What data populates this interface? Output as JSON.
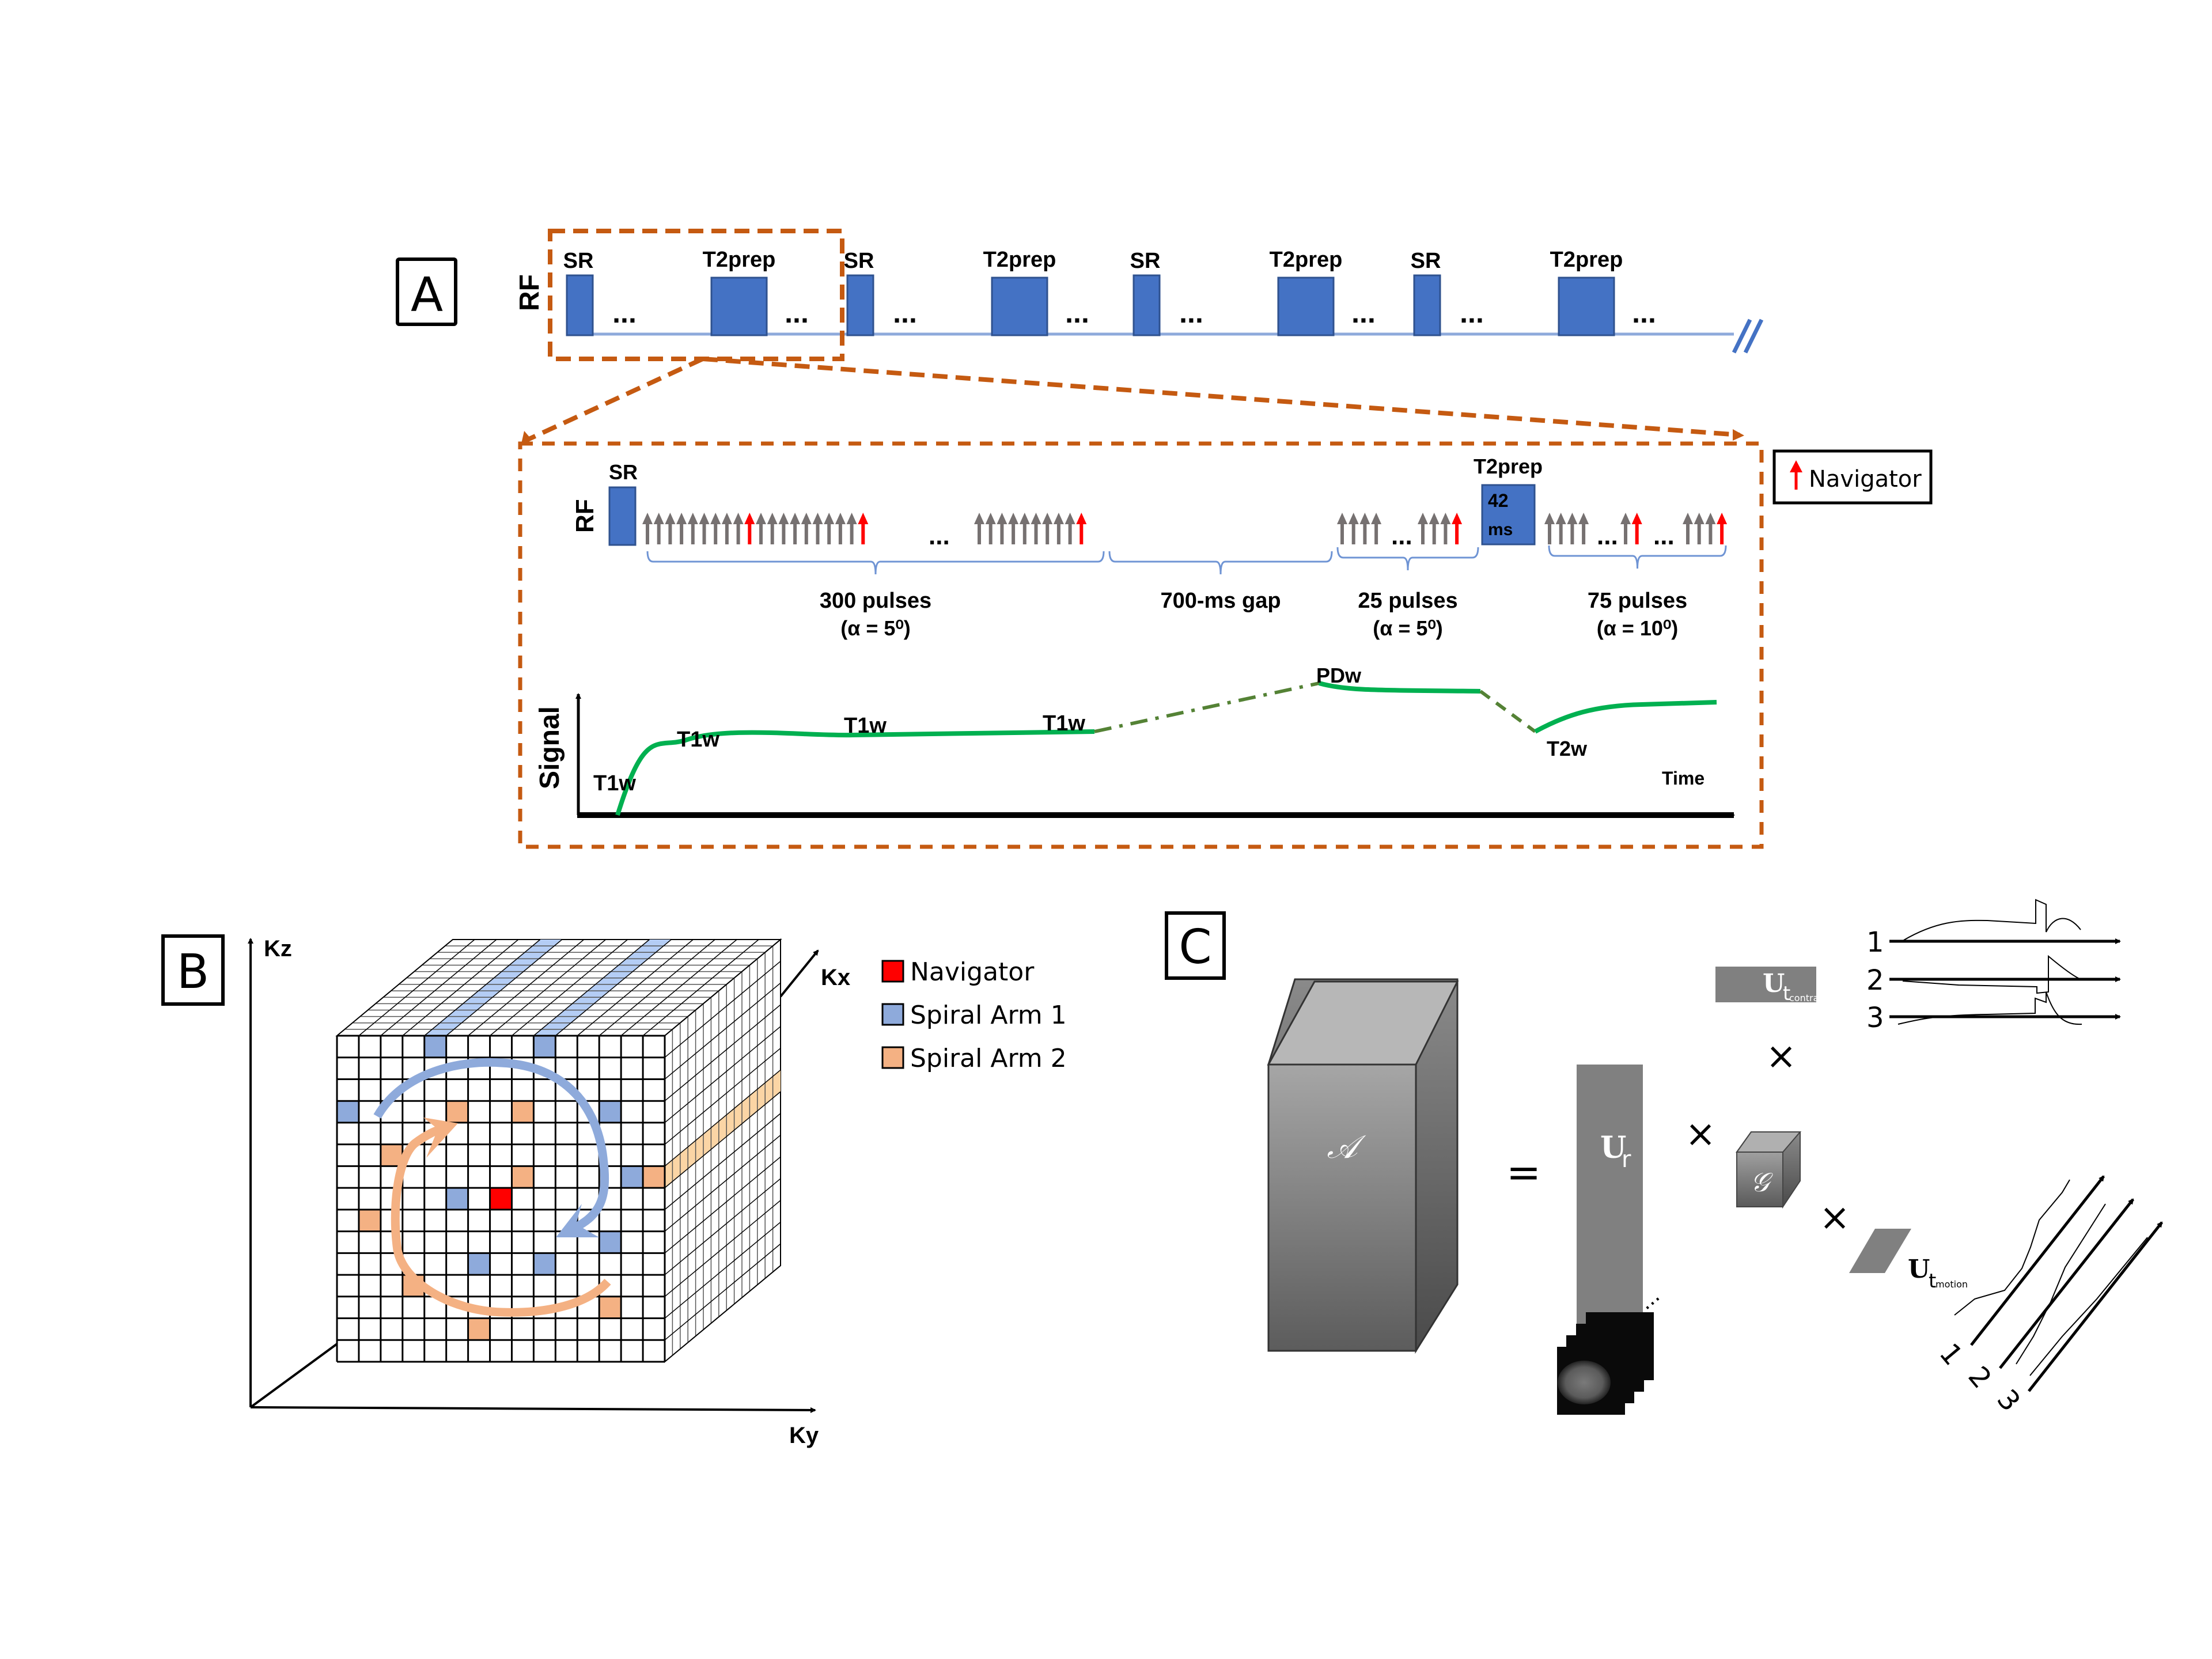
{
  "colors": {
    "pulse_blue": "#4472c4",
    "pulse_blue_edge": "#2f528f",
    "baseline_blue": "#8eaadb",
    "brace_blue": "#6f94d4",
    "dash_orange": "#c55a11",
    "gray_arrow": "#767171",
    "nav_red": "#ff0000",
    "signal_green": "#00b050",
    "signal_dash_green": "#548235",
    "spiral_blue": "#8eaadb",
    "spiral_blue_top": "#b4cdf5",
    "spiral_orange": "#f4b183",
    "spiral_orange_side": "#fbd5a5",
    "navigator_red": "#ff0000",
    "matrix_gray": "#808080"
  },
  "panel_a": {
    "letter": "A",
    "rf_label": "RF",
    "top_sequence": [
      {
        "type": "SR",
        "label": "SR"
      },
      {
        "type": "T2prep",
        "label": "T2prep"
      },
      {
        "type": "SR",
        "label": "SR"
      },
      {
        "type": "T2prep",
        "label": "T2prep"
      },
      {
        "type": "SR",
        "label": "SR"
      },
      {
        "type": "T2prep",
        "label": "T2prep"
      },
      {
        "type": "SR",
        "label": "SR"
      },
      {
        "type": "T2prep",
        "label": "T2prep"
      }
    ],
    "ellipsis": "...",
    "break_mark": "//",
    "inset": {
      "rf_label": "RF",
      "sr_label": "SR",
      "t2prep_label": "T2prep",
      "t2prep_duration_line1": "42",
      "t2prep_duration_line2": "ms",
      "segments": [
        {
          "label": "300 pulses",
          "sublabel": "(α = 5⁰)"
        },
        {
          "label": "700-ms gap",
          "sublabel": ""
        },
        {
          "label": "25 pulses",
          "sublabel": "(α = 5⁰)"
        },
        {
          "label": "75 pulses",
          "sublabel": "(α = 10⁰)"
        }
      ],
      "pulse_groups": [
        {
          "gray": 9,
          "red_end": true
        },
        {
          "gray": 9,
          "red_end": true
        },
        {
          "gap": "..."
        },
        {
          "gray": 9,
          "red_end": true
        },
        {
          "gray": 4,
          "red_end": false
        },
        {
          "gap": "..."
        },
        {
          "gray": 3,
          "red_end": true
        },
        {
          "gray": 4,
          "red_end": false
        },
        {
          "gap": "..."
        },
        {
          "gray": 0,
          "red_end": true,
          "extra_gray": 1
        },
        {
          "gap": "..."
        },
        {
          "gray": 3,
          "red_end": true
        }
      ],
      "signal": {
        "y_label": "Signal",
        "x_label": "Time",
        "annotations": [
          "T1w",
          "T1w",
          "T1w",
          "T1w",
          "PDw",
          "T2w"
        ]
      }
    },
    "legend": {
      "label": "Navigator"
    }
  },
  "panel_b": {
    "letter": "B",
    "axes": {
      "kz": "Kz",
      "kx": "Kx",
      "ky": "Ky"
    },
    "grid_size": 15,
    "cells": [
      {
        "row": 0,
        "col": 4,
        "kind": "arm1"
      },
      {
        "row": 0,
        "col": 9,
        "kind": "arm1"
      },
      {
        "row": 3,
        "col": 0,
        "kind": "arm1"
      },
      {
        "row": 3,
        "col": 5,
        "kind": "arm2"
      },
      {
        "row": 3,
        "col": 8,
        "kind": "arm2"
      },
      {
        "row": 3,
        "col": 12,
        "kind": "arm1"
      },
      {
        "row": 5,
        "col": 2,
        "kind": "arm2"
      },
      {
        "row": 6,
        "col": 8,
        "kind": "arm2"
      },
      {
        "row": 6,
        "col": 13,
        "kind": "arm1"
      },
      {
        "row": 6,
        "col": 14,
        "kind": "arm2"
      },
      {
        "row": 7,
        "col": 5,
        "kind": "arm1"
      },
      {
        "row": 7,
        "col": 7,
        "kind": "navigator"
      },
      {
        "row": 8,
        "col": 1,
        "kind": "arm2"
      },
      {
        "row": 9,
        "col": 12,
        "kind": "arm1"
      },
      {
        "row": 10,
        "col": 6,
        "kind": "arm1"
      },
      {
        "row": 10,
        "col": 9,
        "kind": "arm1"
      },
      {
        "row": 11,
        "col": 3,
        "kind": "arm2"
      },
      {
        "row": 12,
        "col": 12,
        "kind": "arm2"
      },
      {
        "row": 13,
        "col": 6,
        "kind": "arm2"
      }
    ],
    "legend": [
      {
        "kind": "navigator",
        "label": "Navigator"
      },
      {
        "kind": "arm1",
        "label": "Spiral Arm 1"
      },
      {
        "kind": "arm2",
        "label": "Spiral Arm 2"
      }
    ]
  },
  "panel_c": {
    "letter": "C",
    "tensor_symbol": "𝒜",
    "equals": "=",
    "times": "×",
    "ur_main": "U",
    "ur_sub": "r",
    "core_symbol": "𝒢",
    "contrast_main": "U",
    "contrast_sub_t": "t",
    "contrast_sub": "contrast",
    "motion_main": "U",
    "motion_sub_t": "t",
    "motion_sub": "motion",
    "contrast_curves": [
      "1",
      "2",
      "3"
    ],
    "motion_curves": [
      "1",
      "2",
      "3"
    ],
    "stack_ellipsis": "..."
  }
}
